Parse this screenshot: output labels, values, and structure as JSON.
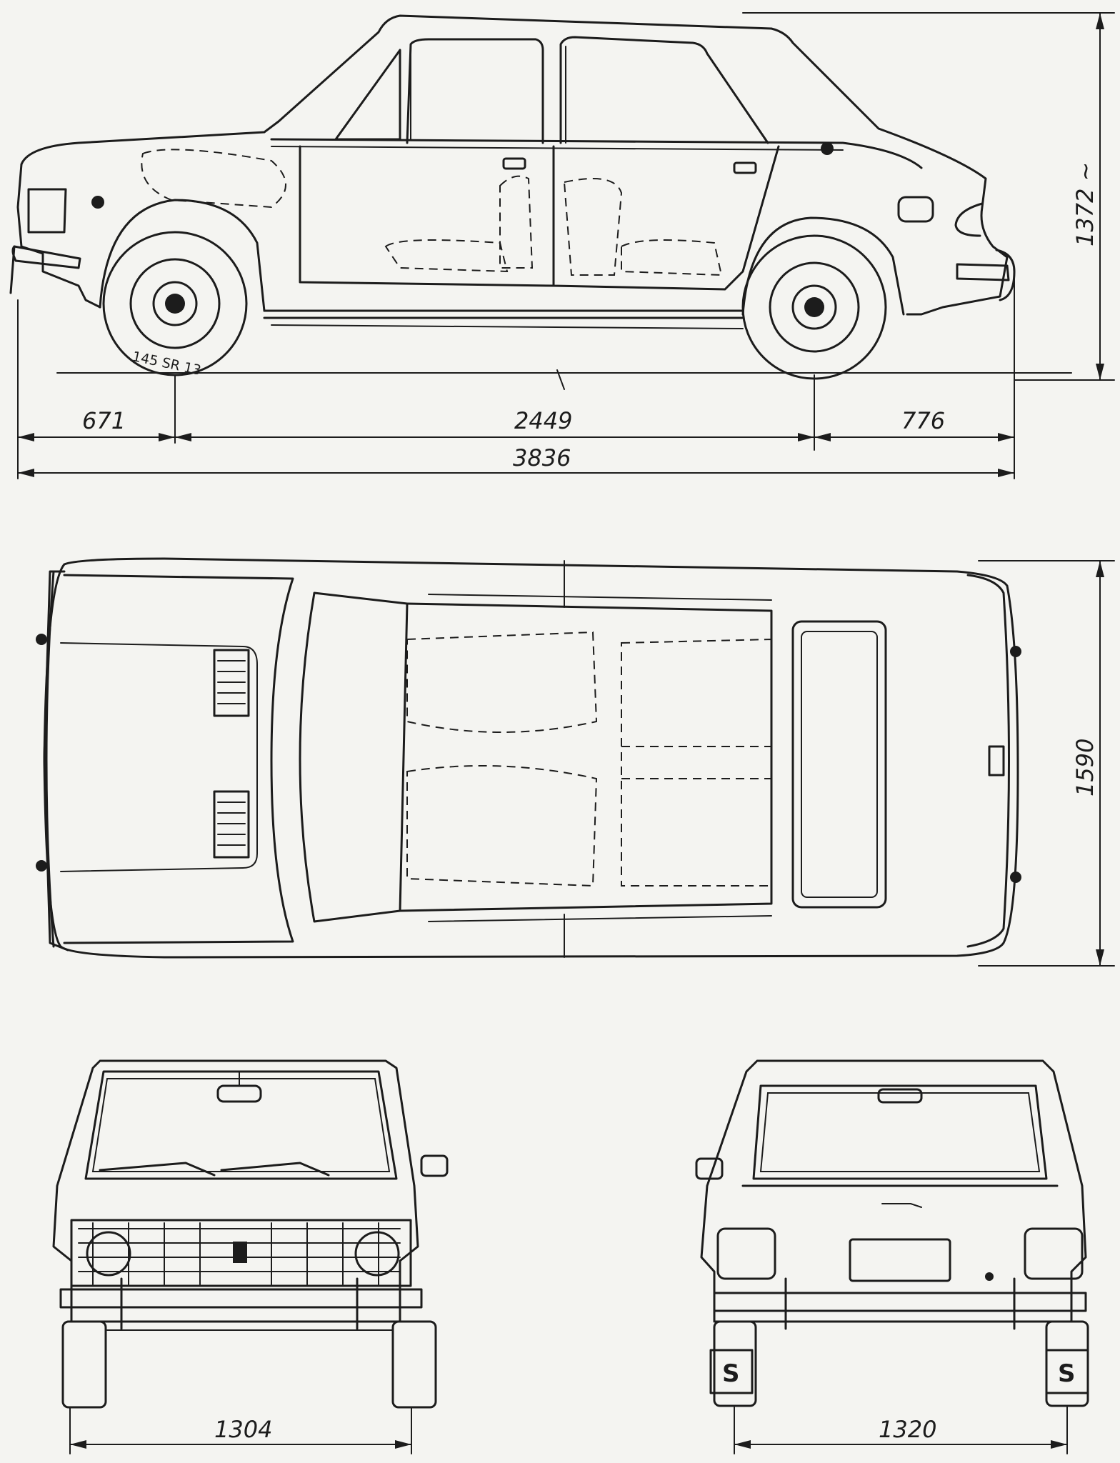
{
  "dimensions": {
    "front_overhang": "671",
    "wheelbase": "2449",
    "rear_overhang": "776",
    "overall_length": "3836",
    "height": "1372 ~",
    "width": "1590",
    "front_track": "1304",
    "rear_track": "1320"
  },
  "tire_label": "145 SR 13",
  "rear_plate_badge": "S",
  "colors": {
    "ink": "#1c1c1c",
    "paper": "#f4f4f1"
  }
}
